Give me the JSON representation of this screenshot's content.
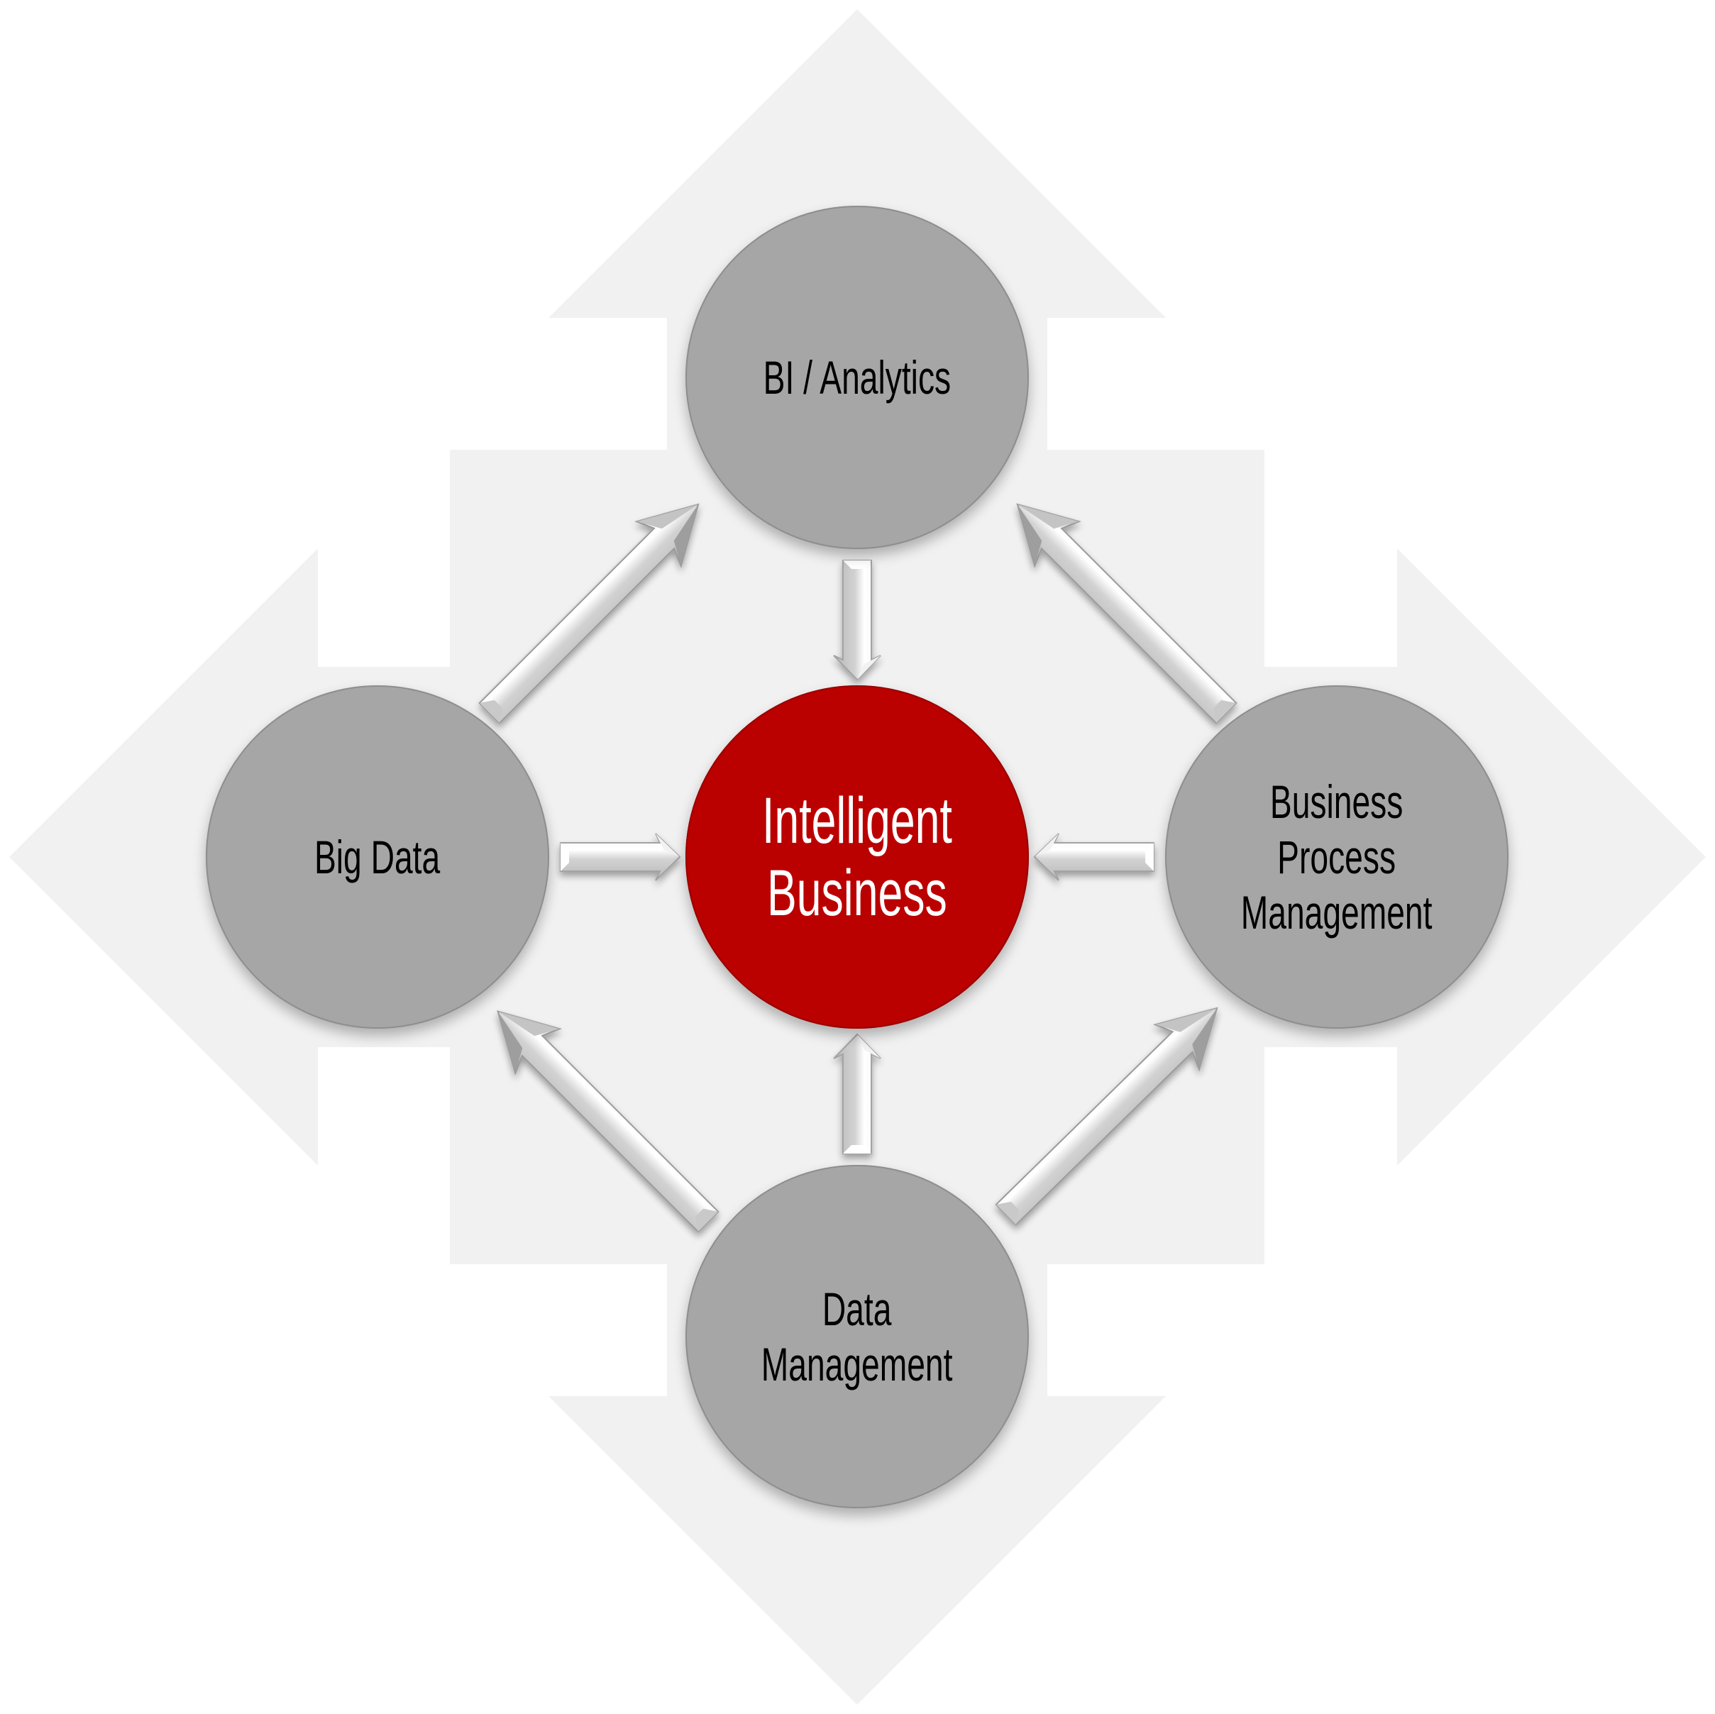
{
  "diagram": {
    "title": "Intelligent Business",
    "colors": {
      "background": "#ffffff",
      "backdrop_shape": "#f1f1f1",
      "satellite_node": "#a6a6a6",
      "center_node": "#bb0000",
      "center_text": "#ffffff",
      "node_text": "#000000",
      "connector_arrow": "#d4d4d4"
    },
    "center_node": {
      "lines": [
        "Intelligent",
        "Business"
      ]
    },
    "nodes": {
      "top": {
        "id": "bi-analytics",
        "lines": [
          "BI / Analytics"
        ]
      },
      "left": {
        "id": "big-data",
        "lines": [
          "Big Data"
        ]
      },
      "right": {
        "id": "business-process-management",
        "lines": [
          "Business",
          "Process",
          "Management"
        ]
      },
      "bottom": {
        "id": "data-management",
        "lines": [
          "Data",
          "Management"
        ]
      }
    },
    "connectors": [
      {
        "from": "BI / Analytics",
        "to": "Intelligent Business",
        "direction": "down"
      },
      {
        "from": "Big Data",
        "to": "Intelligent Business",
        "direction": "right"
      },
      {
        "from": "Business Process Management",
        "to": "Intelligent Business",
        "direction": "left"
      },
      {
        "from": "Data Management",
        "to": "Intelligent Business",
        "direction": "up"
      },
      {
        "from": "Big Data",
        "to": "BI / Analytics",
        "direction": "up-right"
      },
      {
        "from": "Business Process Management",
        "to": "BI / Analytics",
        "direction": "up-left"
      },
      {
        "from": "Data Management",
        "to": "Big Data",
        "direction": "up-left"
      },
      {
        "from": "Data Management",
        "to": "Business Process Management",
        "direction": "up-right"
      }
    ],
    "backdrop": "four-way arrow cross"
  }
}
